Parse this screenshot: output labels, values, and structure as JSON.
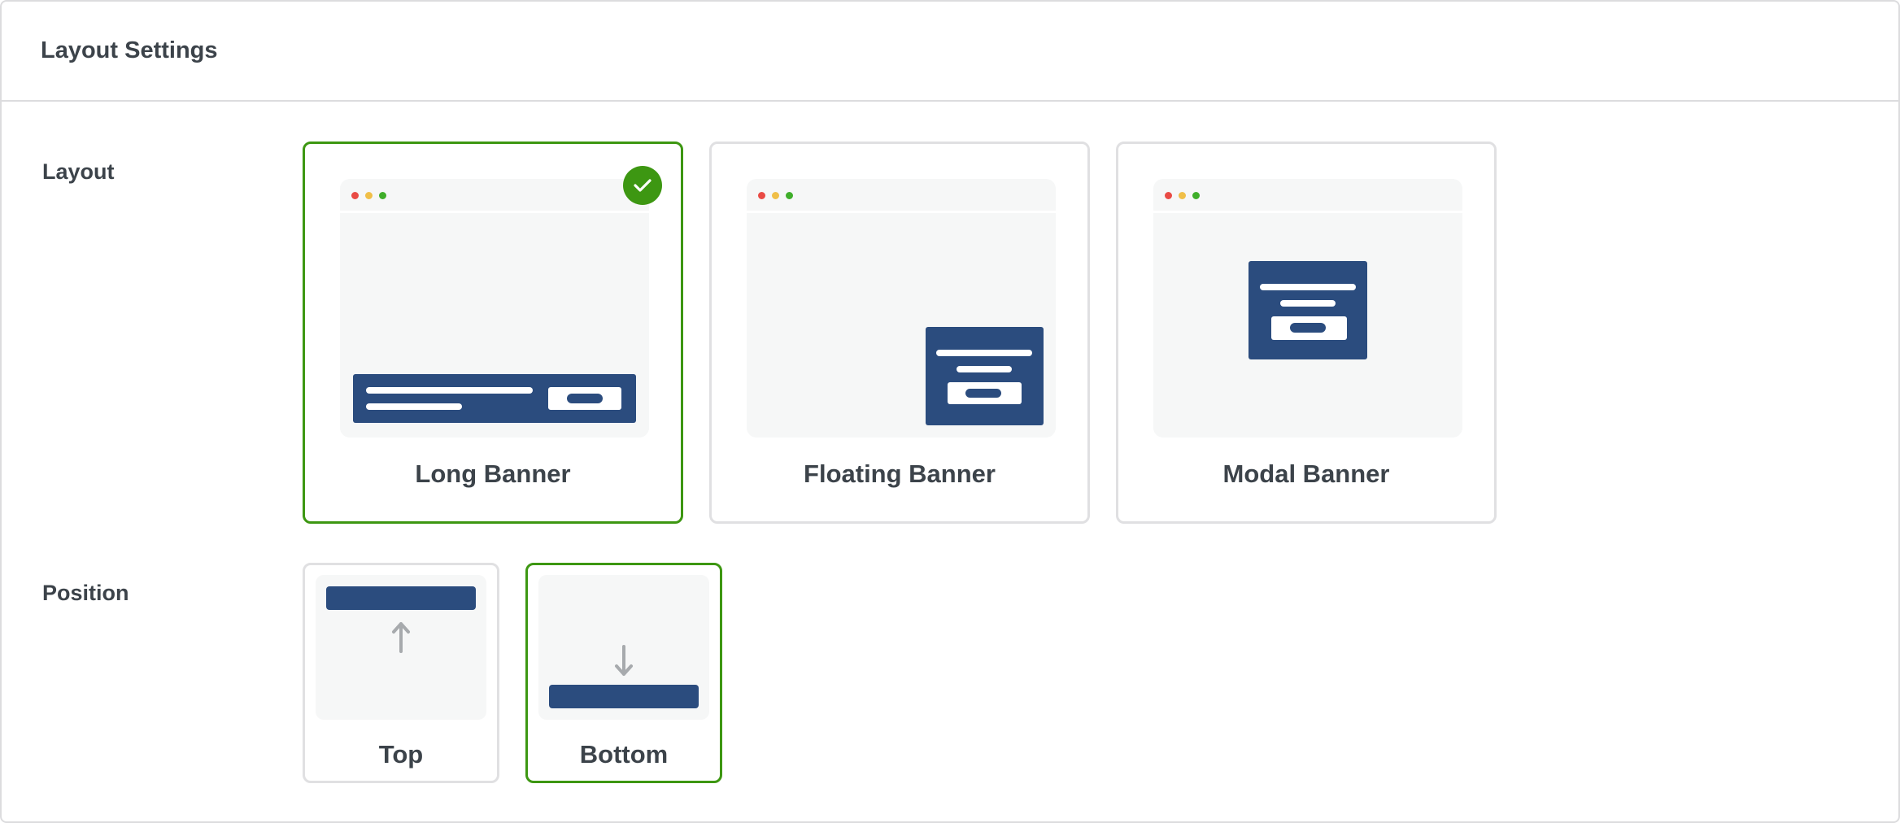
{
  "header": {
    "title": "Layout Settings"
  },
  "layout": {
    "label": "Layout",
    "selected": "Long Banner",
    "options": [
      {
        "label": "Long Banner",
        "selected": true
      },
      {
        "label": "Floating Banner",
        "selected": false
      },
      {
        "label": "Modal Banner",
        "selected": false
      }
    ]
  },
  "position": {
    "label": "Position",
    "selected": "Bottom",
    "options": [
      {
        "label": "Top",
        "selected": false,
        "icon": "arrow-up-icon"
      },
      {
        "label": "Bottom",
        "selected": true,
        "icon": "arrow-down-icon"
      }
    ]
  },
  "colors": {
    "selected_border": "#3d9712",
    "default_border": "#e0e0e2",
    "banner": "#2b4c7e",
    "preview_bg": "#f6f7f7",
    "text": "#3c434a",
    "arrow": "#a7aaad",
    "dot_red": "#e94b45",
    "dot_yellow": "#f0bf48",
    "dot_green": "#3fae2a"
  }
}
